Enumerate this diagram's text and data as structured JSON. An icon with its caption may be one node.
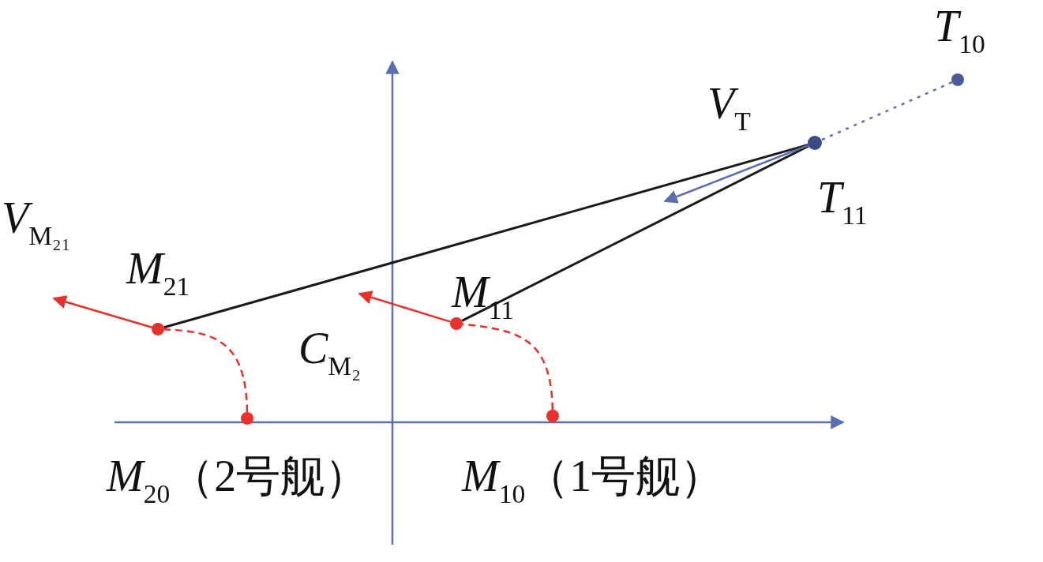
{
  "diagram": {
    "nodes": [
      {
        "text": [],
        "shape": "circle",
        "beside": [
          "*T*$_{10}$"
        ]
      },
      {
        "text": [],
        "shape": "circle",
        "beside": [
          "*T*$_{11}$"
        ]
      },
      {
        "text": [],
        "shape": "circle",
        "beside": [
          "*M*$_{21}$"
        ]
      },
      {
        "text": [],
        "shape": "circle",
        "beside": [
          "*M*$_{11}$"
        ]
      },
      {
        "text": [],
        "shape": "circle",
        "beside": [
          "*M*$_{20}$（2号舰）"
        ]
      },
      {
        "text": [],
        "shape": "circle",
        "beside": [
          "*M*$_{10}$（1号舰）"
        ]
      }
    ],
    "edges": [
      {
        "from": 0,
        "to": 1,
        "arrow": "none",
        "style": "dashed",
        "color": "#5a6eb0"
      },
      {
        "from": 1,
        "to": 2,
        "arrow": "none",
        "color": "#1a1a1a"
      },
      {
        "from": 1,
        "to": 3,
        "arrow": "none",
        "color": "#1a1a1a"
      },
      {
        "from": 4,
        "to": 2,
        "arrow": "none",
        "style": "dashed",
        "color": "#e8302c"
      },
      {
        "from": 5,
        "to": 3,
        "arrow": "none",
        "style": "dashed",
        "color": "#e8302c"
      },
      {
        "from": 2,
        "to": null,
        "arrow": "to",
        "color": "#e8302c"
      },
      {
        "from": 3,
        "to": null,
        "arrow": "to",
        "color": "#e8302c"
      },
      {
        "from": 1,
        "to": null,
        "arrow": "to",
        "color": "#5a6eb0"
      }
    ],
    "labels": [
      "*V*$_{T}$",
      "*V*$_{M₂₁}$",
      "*C*$_{M₂}$"
    ]
  }
}
